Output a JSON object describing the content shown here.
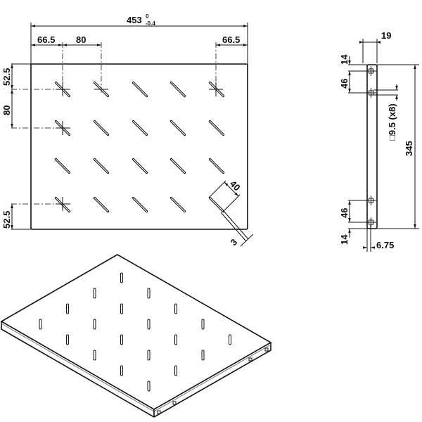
{
  "top_view": {
    "overall_width": "453",
    "overall_tol_upper": "0",
    "overall_tol_lower": "-0.4",
    "left_offset": "66.5",
    "slot_pitch_x": "80",
    "right_offset": "66.5",
    "top_offset": "52.5",
    "slot_pitch_y": "80",
    "bottom_offset": "52.5",
    "slot_length": "40",
    "slot_width": "3"
  },
  "side_view": {
    "flange_width": "19",
    "edge_offset_top": "14",
    "hole_spacing_top": "46",
    "hole_size": "□9.5 (x8)",
    "overall_depth": "345",
    "hole_spacing_bottom": "46",
    "edge_offset_bottom": "14",
    "hole_offset": "6.75"
  },
  "isometric_view": {
    "slot_count": 20,
    "slot_rows": 4,
    "slot_columns": 5
  }
}
